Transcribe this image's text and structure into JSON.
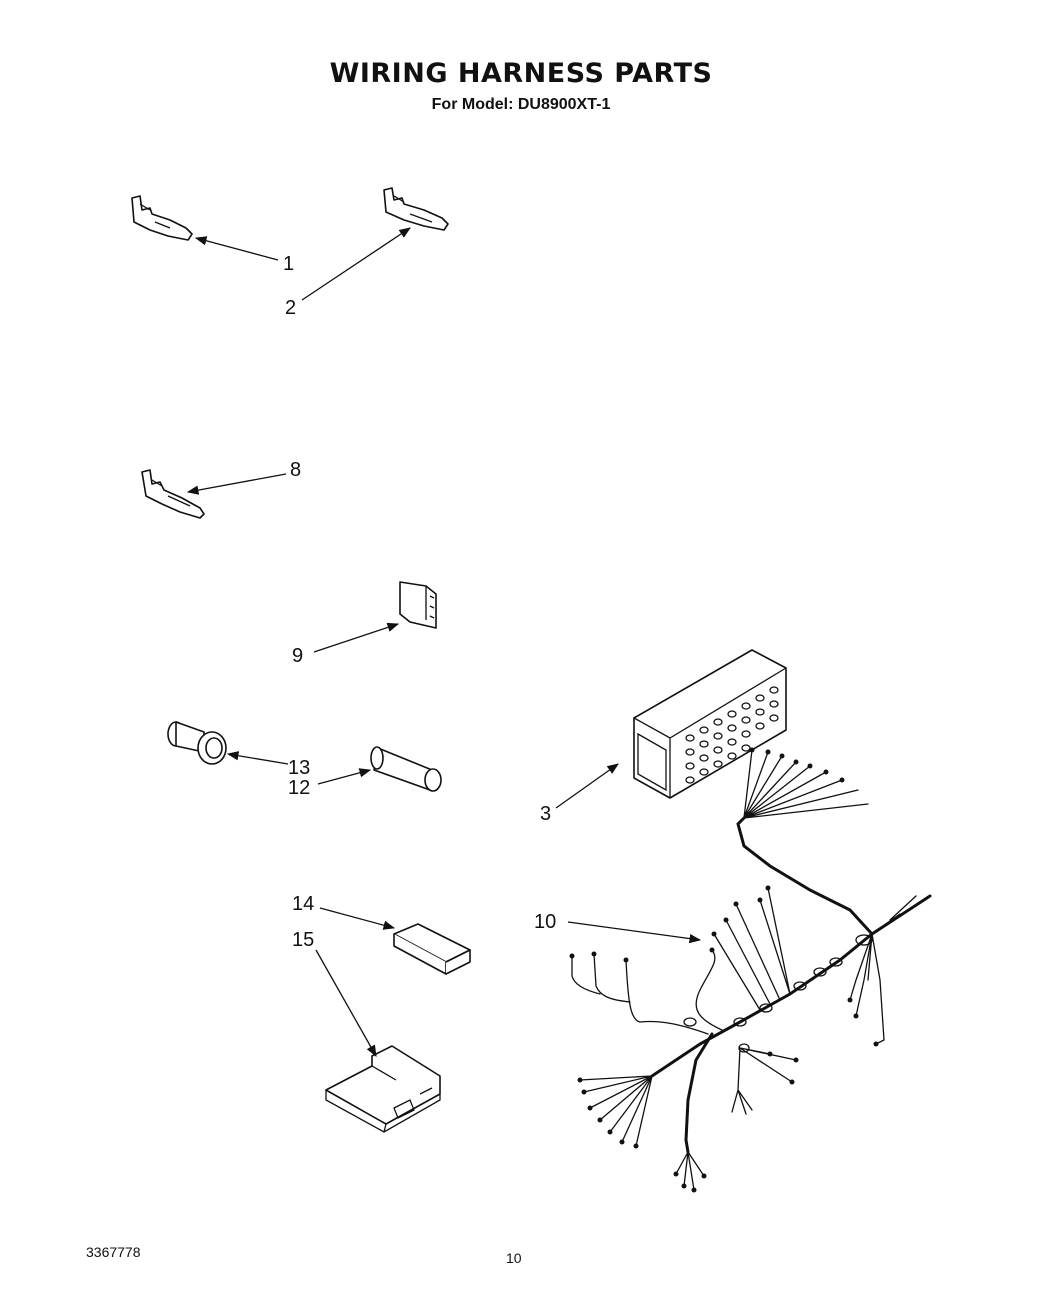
{
  "title": "WIRING HARNESS PARTS",
  "subtitle": "For Model: DU8900XT-1",
  "document_number": "3367778",
  "page_number": "10",
  "callouts": [
    "1",
    "2",
    "8",
    "9",
    "13",
    "12",
    "3",
    "14",
    "15",
    "10"
  ]
}
